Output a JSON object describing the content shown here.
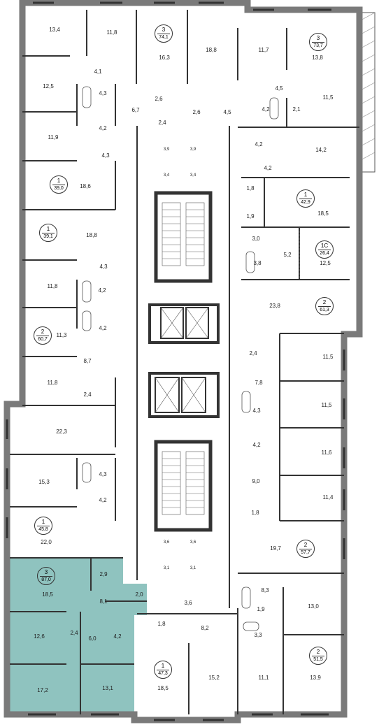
{
  "colors": {
    "wall": "#333333",
    "outer_wall": "#7a7a7a",
    "highlight": "#8fc3bf",
    "line": "#777777"
  },
  "apartments": [
    {
      "id": "a74",
      "rooms": "3",
      "area": "74,1"
    },
    {
      "id": "a73",
      "rooms": "3",
      "area": "73,7"
    },
    {
      "id": "a39",
      "rooms": "1",
      "area": "39,0"
    },
    {
      "id": "a429",
      "rooms": "1",
      "area": "42,9"
    },
    {
      "id": "a391",
      "rooms": "1",
      "area": "39,1"
    },
    {
      "id": "a264",
      "rooms": "1С",
      "area": "26,4"
    },
    {
      "id": "a613",
      "rooms": "2",
      "area": "61,3"
    },
    {
      "id": "a607",
      "rooms": "2",
      "area": "60,7"
    },
    {
      "id": "a458",
      "rooms": "1",
      "area": "45,8"
    },
    {
      "id": "a577",
      "rooms": "2",
      "area": "57,7"
    },
    {
      "id": "a870",
      "rooms": "3",
      "area": "87,0",
      "selected": true
    },
    {
      "id": "a473",
      "rooms": "1",
      "area": "47,3"
    },
    {
      "id": "a515",
      "rooms": "2",
      "area": "51,5"
    }
  ],
  "rooms": {
    "r01": "13,4",
    "r02": "11,8",
    "r03": "16,3",
    "r04": "18,8",
    "r05": "11,7",
    "r06": "13,8",
    "r07": "12,5",
    "r08": "4,1",
    "r09": "4,3",
    "r10": "6,7",
    "r11": "2,6",
    "r12": "2,6",
    "r13": "4,5",
    "r14": "4,5",
    "r15": "11,5",
    "r16": "4,2",
    "r17": "2,1",
    "r18": "4,2",
    "r19": "2,4",
    "r20": "11,9",
    "r21": "4,3",
    "r22": "3,9",
    "r23": "3,9",
    "r24": "4,2",
    "r25": "14,2",
    "r26": "3,4",
    "r27": "3,4",
    "r28": "4,2",
    "r29": "18,6",
    "r30": "1,8",
    "r31": "18,5",
    "r32": "1,9",
    "r33": "18,8",
    "r34": "3,0",
    "r35": "5,2",
    "r36": "3,8",
    "r37": "12,5",
    "r38": "4,3",
    "r39": "11,8",
    "r40": "4,2",
    "r41": "23,8",
    "r42": "4,2",
    "r43": "11,3",
    "r44": "2,4",
    "r45": "11,5",
    "r46": "8,7",
    "r47": "11,8",
    "r48": "7,8",
    "r49": "2,4",
    "r50": "11,5",
    "r51": "22,3",
    "r52": "4,3",
    "r53": "11,6",
    "r54": "4,2",
    "r55": "15,3",
    "r56": "4,3",
    "r57": "9,0",
    "r58": "11,4",
    "r59": "4,2",
    "r60": "1,8",
    "r61": "22,0",
    "r62": "19,7",
    "r63": "3,6",
    "r64": "3,6",
    "r65": "3,1",
    "r66": "3,1",
    "r67": "18,5",
    "r68": "2,9",
    "r69": "8,1",
    "r70": "2,0",
    "r71": "8,3",
    "r72": "3,6",
    "r73": "13,0",
    "r74": "1,9",
    "r75": "1,8",
    "r76": "8,2",
    "r77": "12,6",
    "r78": "2,4",
    "r79": "6,0",
    "r80": "4,2",
    "r81": "3,3",
    "r82": "17,2",
    "r83": "13,1",
    "r84": "18,5",
    "r85": "15,2",
    "r86": "11,1",
    "r87": "13,9"
  }
}
